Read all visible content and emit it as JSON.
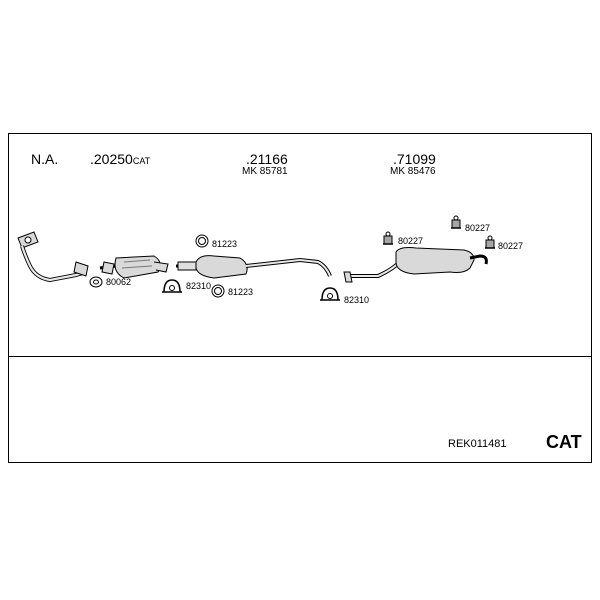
{
  "header": {
    "na_label": "N.A.",
    "parts": [
      {
        "number": ".20250",
        "suffix": "CAT",
        "mk": ""
      },
      {
        "number": ".21166",
        "suffix": "",
        "mk": "MK 85781"
      },
      {
        "number": ".71099",
        "suffix": "",
        "mk": "MK 85476"
      }
    ]
  },
  "callouts": {
    "gasket_80062": "80062",
    "clamp_82310_a": "82310",
    "ring_81223_a": "81223",
    "ring_81223_b": "81223",
    "clamp_82310_b": "82310",
    "hanger_80227_a": "80227",
    "hanger_80227_b": "80227",
    "hanger_80227_c": "80227"
  },
  "footer": {
    "reference": "REK011481",
    "type": "CAT"
  },
  "colors": {
    "line": "#000000",
    "fill": "#d9d9d9",
    "fill_dark": "#a6a6a6"
  }
}
